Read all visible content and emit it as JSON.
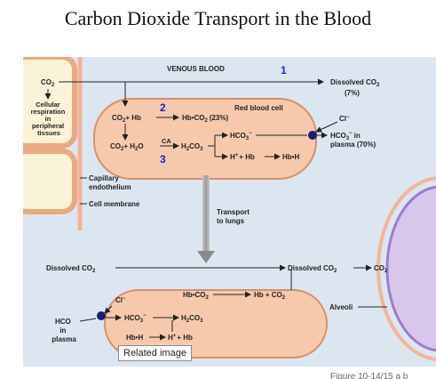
{
  "title": "Carbon Dioxide Transport in the Blood",
  "labels": {
    "venous_blood": "VENOUS BLOOD",
    "co2": "CO",
    "sub2": "2",
    "cellular_respiration": [
      "Cellular",
      "respiration",
      "in",
      "peripheral",
      "tissues"
    ],
    "dissolved_co2_right": "Dissolved CO",
    "pct_7": "(7%)",
    "red_blood_cell": "Red blood cell",
    "co2_hb": "CO",
    "hb": "+ Hb",
    "hbco2": "Hb•CO",
    "pct_23": "(23%)",
    "co2_h2o": "CO",
    "plus_h2o": "+ H",
    "h2o_o": "O",
    "ca": "CA",
    "h2co3_top": "H",
    "h2co3_mid": "CO",
    "h2co3_sub3": "3",
    "hco3_top": "HCO",
    "h_plus_hb": "H",
    "plus_hb": "+ Hb",
    "hbh": "Hb•H",
    "cl_minus": "Cl",
    "hco3_plasma": "HCO",
    "in_plasma_70": "plasma (70%)",
    "capillary_endothelium": [
      "Capillary",
      "endothelium"
    ],
    "cell_membrane": "Cell membrane",
    "transport_to_lungs": [
      "Transport",
      "to lungs"
    ],
    "dissolved_co2_lower_left": "Dissolved CO",
    "dissolved_co2_lower_right": "Dissolved CO",
    "co2_out": "CO",
    "alveoli": "Alveoli",
    "hbco2_lower": "Hb•CO",
    "hb_plus_co2": "Hb + CO",
    "hco3_in": "HCO",
    "in": "in",
    "plasma": "plasma",
    "hco3_lower": "HCO",
    "h2co3_lower": "H",
    "hbh_lower": "Hb•H",
    "h_plus_hb_lower": "H",
    "plus_hb_lower": "+ Hb",
    "cl_lower": "Cl"
  },
  "markers": {
    "n1": "1",
    "n2": "2",
    "n3": "3"
  },
  "overlay": {
    "related_image": "Related image",
    "figure_caption": "Figure 10-14/15 a b"
  },
  "colors": {
    "cell_fill": "#f6c9ad",
    "cell_stroke": "#d98f6a",
    "background_panel": "#dce6f0",
    "tissue_fill": "#fbf3d8",
    "tissue_stroke": "#e9a982",
    "marker_blue": "#1f1fd6",
    "pump_navy": "#1a1a7a",
    "alveolus_purple": "#d8c7ea"
  }
}
